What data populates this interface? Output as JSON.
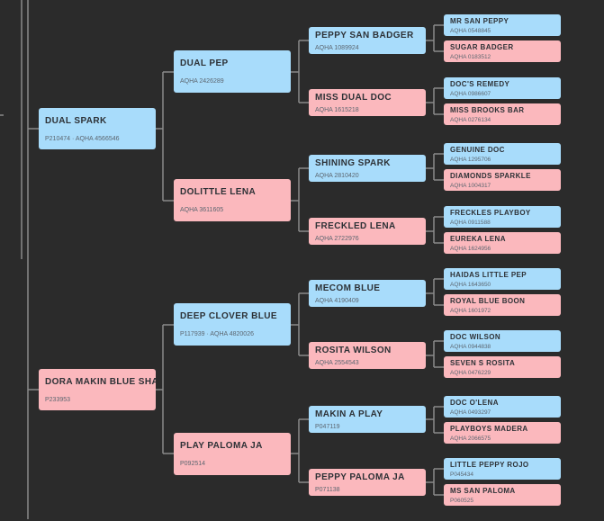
{
  "colors": {
    "background": "#2b2b2b",
    "male": "#a8dcfb",
    "female": "#fbb8bd",
    "connector": "#8a8a8a"
  },
  "pedigree": {
    "sire": {
      "name": "DUAL SPARK",
      "reg": "P210474 · AQHA 4566546"
    },
    "dam": {
      "name": "DORA MAKIN BLUE SHAR",
      "reg": "P233953"
    },
    "ss": {
      "name": "DUAL PEP",
      "reg": "AQHA 2426289"
    },
    "sd": {
      "name": "DOLITTLE LENA",
      "reg": "AQHA 3611605"
    },
    "ds": {
      "name": "DEEP CLOVER BLUE",
      "reg": "P117939 · AQHA 4820026"
    },
    "dd": {
      "name": "PLAY PALOMA JA",
      "reg": "P092514"
    },
    "sss": {
      "name": "PEPPY SAN BADGER",
      "reg": "AQHA 1089924"
    },
    "ssd": {
      "name": "MISS DUAL DOC",
      "reg": "AQHA 1615218"
    },
    "sds": {
      "name": "SHINING SPARK",
      "reg": "AQHA 2810420"
    },
    "sdd": {
      "name": "FRECKLED LENA",
      "reg": "AQHA 2722976"
    },
    "dss": {
      "name": "MECOM BLUE",
      "reg": "AQHA 4190409"
    },
    "dsd": {
      "name": "ROSITA WILSON",
      "reg": "AQHA 2554543"
    },
    "dds": {
      "name": "MAKIN A PLAY",
      "reg": "P047119"
    },
    "ddd": {
      "name": "PEPPY PALOMA JA",
      "reg": "P071138"
    },
    "ssss": {
      "name": "MR SAN PEPPY",
      "reg": "AQHA 0548845"
    },
    "sssd": {
      "name": "SUGAR BADGER",
      "reg": "AQHA 0183512"
    },
    "ssds": {
      "name": "DOC'S REMEDY",
      "reg": "AQHA 0986607"
    },
    "ssdd": {
      "name": "MISS BROOKS BAR",
      "reg": "AQHA 0276134"
    },
    "sdss": {
      "name": "GENUINE DOC",
      "reg": "AQHA 1295706"
    },
    "sdsd": {
      "name": "DIAMONDS SPARKLE",
      "reg": "AQHA 1004317"
    },
    "sdds": {
      "name": "FRECKLES PLAYBOY",
      "reg": "AQHA 0911588"
    },
    "sddd": {
      "name": "EUREKA LENA",
      "reg": "AQHA 1624956"
    },
    "dsss": {
      "name": "HAIDAS LITTLE PEP",
      "reg": "AQHA 1643650"
    },
    "dssd": {
      "name": "ROYAL BLUE BOON",
      "reg": "AQHA 1601972"
    },
    "dsds": {
      "name": "DOC WILSON",
      "reg": "AQHA 0944838"
    },
    "dsdd": {
      "name": "SEVEN S ROSITA",
      "reg": "AQHA 0476229"
    },
    "ddss": {
      "name": "DOC O'LENA",
      "reg": "AQHA 0493297"
    },
    "ddsd": {
      "name": "PLAYBOYS MADERA",
      "reg": "AQHA 2066575"
    },
    "ddds": {
      "name": "LITTLE PEPPY ROJO",
      "reg": "P045434"
    },
    "dddd": {
      "name": "MS SAN PALOMA",
      "reg": "P060525"
    }
  }
}
